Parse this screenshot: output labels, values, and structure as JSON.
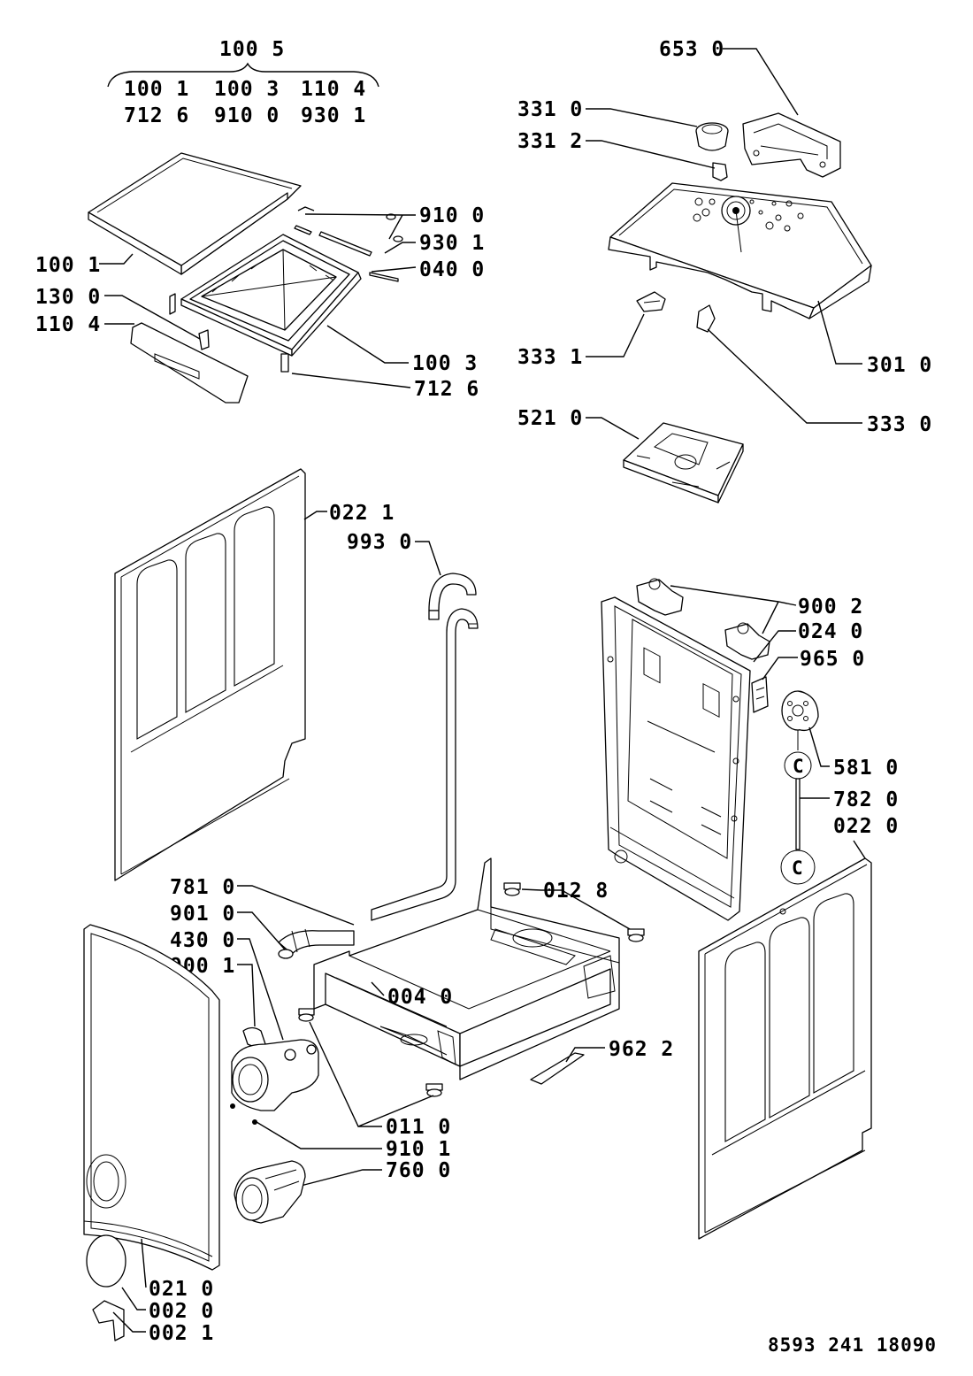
{
  "group_header": {
    "title": "100 5",
    "row1": [
      "100 1",
      "100 3",
      "110 4"
    ],
    "row2": [
      "712 6",
      "910 0",
      "930 1"
    ]
  },
  "labels": {
    "p6530": "653 0",
    "p3310": "331 0",
    "p3312": "331 2",
    "p9100": "910 0",
    "p9301": "930 1",
    "p0400": "040 0",
    "p1001": "100 1",
    "p1300": "130 0",
    "p1104": "110 4",
    "p1003": "100 3",
    "p7126": "712 6",
    "p3331": "333 1",
    "p3010": "301 0",
    "p3330": "333 0",
    "p5210": "521 0",
    "p0221": "022 1",
    "p9930": "993 0",
    "p9002": "900 2",
    "p0240": "024 0",
    "p9650": "965 0",
    "p5810": "581 0",
    "p7820": "782 0",
    "p0220": "022 0",
    "p7810": "781 0",
    "p0128": "012 8",
    "p9010": "901 0",
    "p4300": "430 0",
    "p9001": "900 1",
    "p0040": "004 0",
    "p9622": "962 2",
    "p0110": "011 0",
    "p9101": "910 1",
    "p7600": "760 0",
    "p0210": "021 0",
    "p0200": "002 0",
    "p0021": "002 1",
    "clip_mark_a": "C",
    "clip_mark_b": "C"
  },
  "document_number": "8593 241 18090"
}
